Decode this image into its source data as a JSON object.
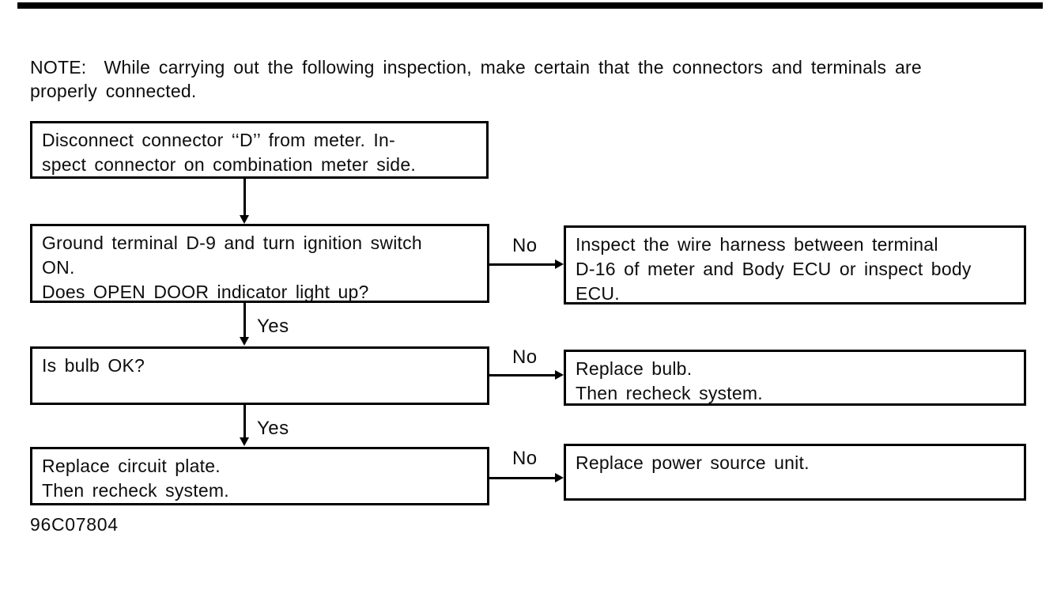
{
  "document": {
    "note": {
      "label": "NOTE:",
      "text_line1": "While carrying out the following inspection, make certain that the connectors and terminals are",
      "text_line2": "properly connected."
    },
    "figure_code": "96C07804"
  },
  "flowchart": {
    "branch_labels": {
      "yes": "Yes",
      "no": "No"
    },
    "steps": [
      {
        "lines": [
          "Disconnect connector ‘‘D’’ from meter. In-",
          "spect connector on combination meter side."
        ]
      },
      {
        "lines": [
          "Ground terminal D-9 and turn ignition switch",
          "ON.",
          "Does OPEN DOOR indicator light up?"
        ]
      },
      {
        "lines": [
          "Is bulb OK?"
        ]
      },
      {
        "lines": [
          "Replace circuit plate.",
          "Then recheck system."
        ]
      }
    ],
    "no_results": [
      {
        "lines": [
          "Inspect the wire harness between terminal",
          "D-16 of meter and Body ECU or inspect body",
          "ECU."
        ]
      },
      {
        "lines": [
          "Replace bulb.",
          "Then recheck system."
        ]
      },
      {
        "lines": [
          "Replace power source unit."
        ]
      }
    ]
  }
}
